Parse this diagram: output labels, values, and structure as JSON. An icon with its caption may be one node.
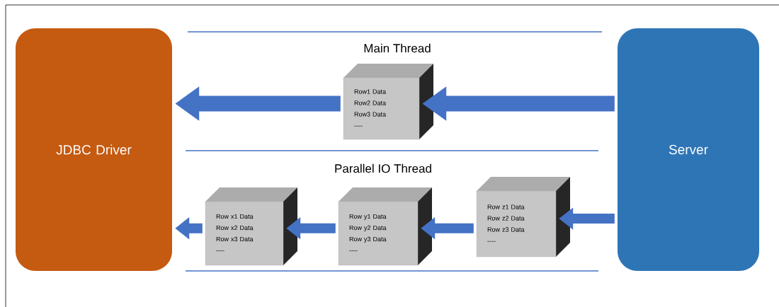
{
  "diagram": {
    "nodes": [
      {
        "text": [
          "JDBC Driver"
        ]
      },
      {
        "text": [
          "Server"
        ]
      },
      {
        "text": [
          "Row1 Data",
          "Row2 Data",
          "Row3 Data",
          "----"
        ]
      },
      {
        "text": [
          "Row x1 Data",
          "Row x2 Data",
          "Row x3 Data",
          "----"
        ]
      },
      {
        "text": [
          "Row y1 Data",
          "Row y2 Data",
          "Row y3 Data",
          "----"
        ]
      },
      {
        "text": [
          "Row z1 Data",
          "Row z2 Data",
          "Row z3 Data",
          "----"
        ]
      }
    ],
    "edges": [
      {
        "from": 1,
        "to": 2,
        "arrow": "to"
      },
      {
        "from": 2,
        "to": 0,
        "arrow": "to"
      },
      {
        "from": 1,
        "to": 5,
        "arrow": "to"
      },
      {
        "from": 5,
        "to": 4,
        "arrow": "to"
      },
      {
        "from": 4,
        "to": 3,
        "arrow": "to"
      },
      {
        "from": 3,
        "to": 0,
        "arrow": "to"
      }
    ],
    "labels": [
      "Main Thread",
      "Parallel IO Thread"
    ]
  }
}
